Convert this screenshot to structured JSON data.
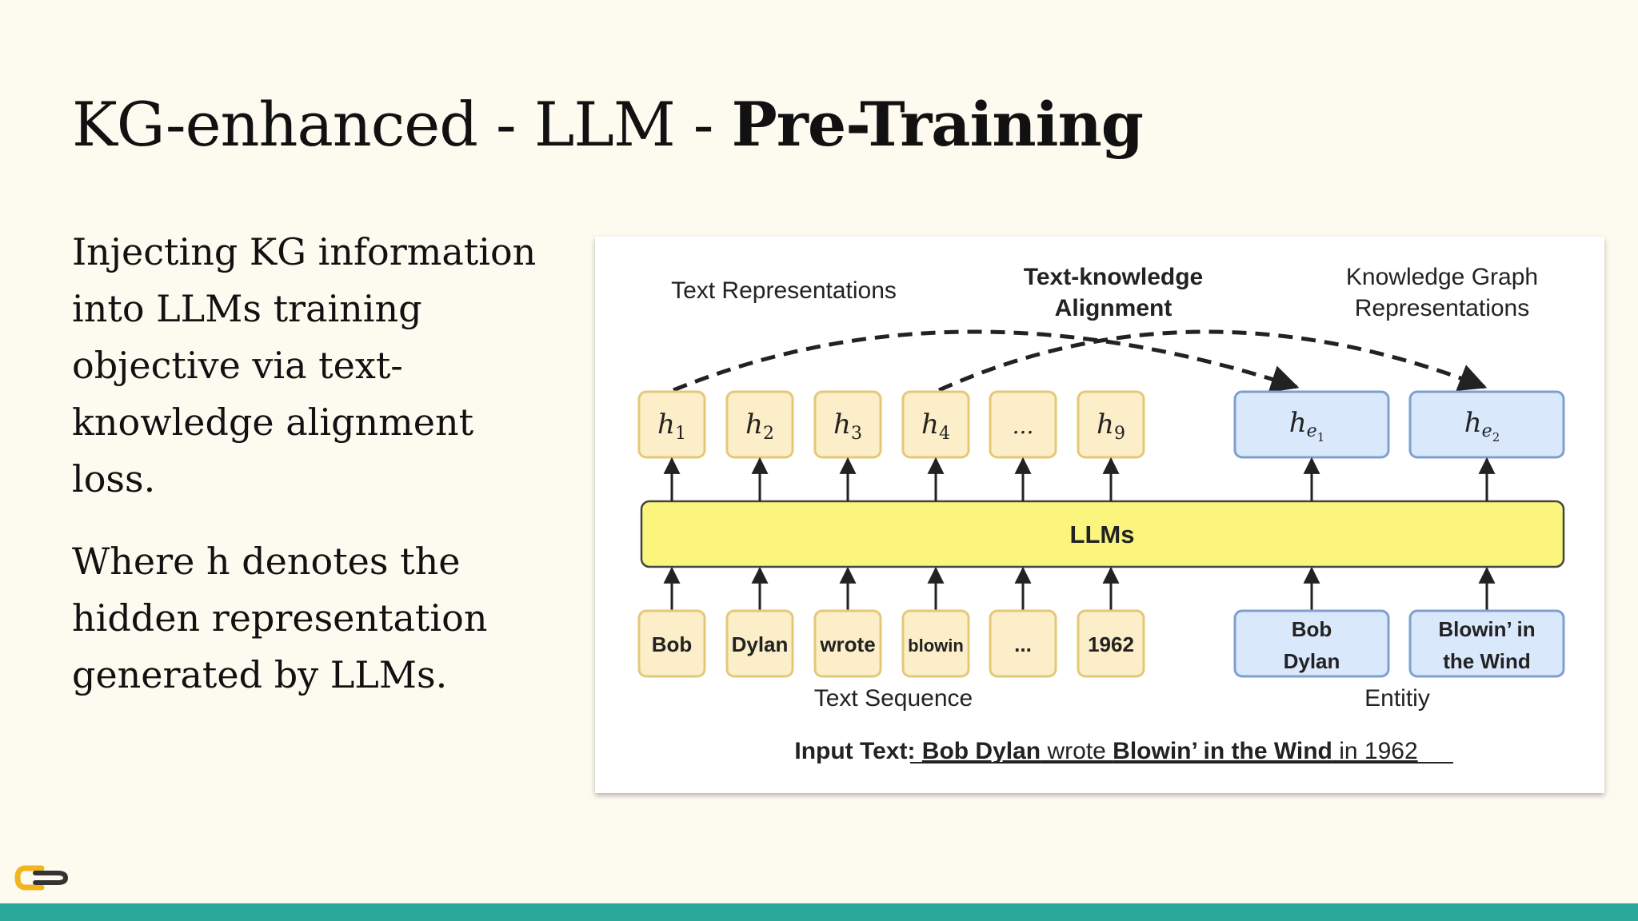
{
  "slide": {
    "title_regular": "KG-enhanced - LLM - ",
    "title_bold": "Pre-Training",
    "para1": "Injecting KG information into LLMs training objective via text-knowledge alignment loss.",
    "para2": "Where h denotes the hidden representation generated by LLMs."
  },
  "diagram": {
    "label_text_repr": "Text Representations",
    "label_align_1": "Text-knowledge",
    "label_align_2": "Alignment",
    "label_kg_1": "Knowledge Graph",
    "label_kg_2": "Representations",
    "hidden": [
      {
        "base": "h",
        "sub": "1"
      },
      {
        "base": "h",
        "sub": "2"
      },
      {
        "base": "h",
        "sub": "3"
      },
      {
        "base": "h",
        "sub": "4"
      },
      {
        "base": "...",
        "sub": ""
      },
      {
        "base": "h",
        "sub": "9"
      }
    ],
    "entity_hidden": [
      {
        "base": "h",
        "sub": "e",
        "subsub": "1"
      },
      {
        "base": "h",
        "sub": "e",
        "subsub": "2"
      }
    ],
    "llm_label": "LLMs",
    "tokens": [
      "Bob",
      "Dylan",
      "wrote",
      "blowin",
      "...",
      "1962"
    ],
    "entities": [
      {
        "line1": "Bob",
        "line2": "Dylan"
      },
      {
        "line1": "Blowin’ in",
        "line2": "the Wind"
      }
    ],
    "label_text_seq": "Text Sequence",
    "label_entity": "Entitiy",
    "input_prefix": "Input Text: ",
    "input_ent1": "Bob Dylan",
    "input_mid": " wrote ",
    "input_ent2": "Blowin’ in the Wind",
    "input_end": " in 1962",
    "colors": {
      "token_fill": "#fbeec8",
      "token_stroke": "#e3c977",
      "entity_fill": "#dae8fc",
      "entity_stroke": "#7f9fcf",
      "llm_fill": "#fbf57e"
    }
  }
}
